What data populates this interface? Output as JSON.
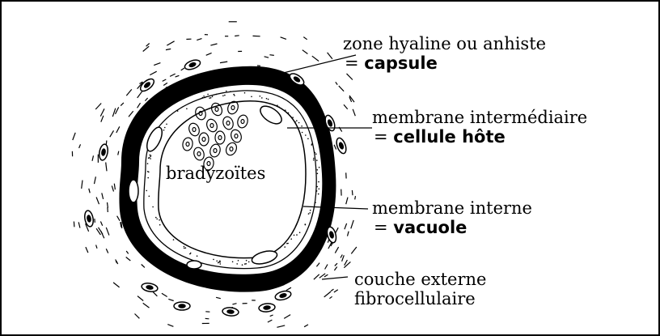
{
  "labels": {
    "capsule": {
      "line1": "zone hyaline ou anhiste",
      "prefix": "= ",
      "term": "capsule"
    },
    "host_cell": {
      "line1": "membrane intermédiaire",
      "prefix": "= ",
      "term": "cellule hôte"
    },
    "vacuole": {
      "line1": "membrane interne",
      "prefix": "= ",
      "term": "vacuole"
    },
    "outer_layer": {
      "line1": "couche externe",
      "line2": "fibrocellulaire"
    },
    "center": "bradyzoïtes"
  },
  "colors": {
    "ink": "#000000",
    "paper": "#ffffff"
  }
}
